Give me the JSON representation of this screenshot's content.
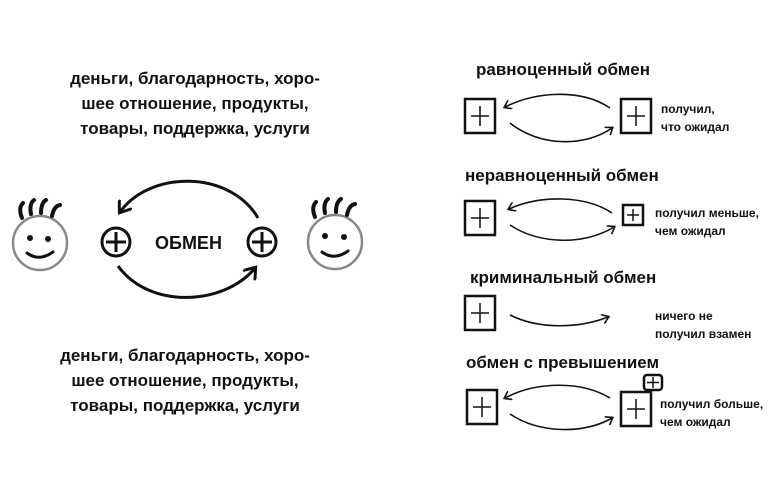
{
  "left": {
    "top_text": "деньги, благодарность, хоро-\nшее отношение, продукты,\nтовары, поддержка, услуги",
    "bottom_text": "деньги, благодарность, хоро-\nшее отношение, продукты,\nтовары, поддержка, услуги",
    "center_label": "ОБМЕН"
  },
  "right": {
    "rows": [
      {
        "title": "равноценный обмен",
        "note": "получил,\nчто ожидал"
      },
      {
        "title": "неравноценный обмен",
        "note": "получил меньше,\nчем ожидал"
      },
      {
        "title": "криминальный обмен",
        "note": "ничего не\nполучил взамен"
      },
      {
        "title": "обмен с превышением",
        "note": "получил больше,\nчем ожидал"
      }
    ]
  }
}
